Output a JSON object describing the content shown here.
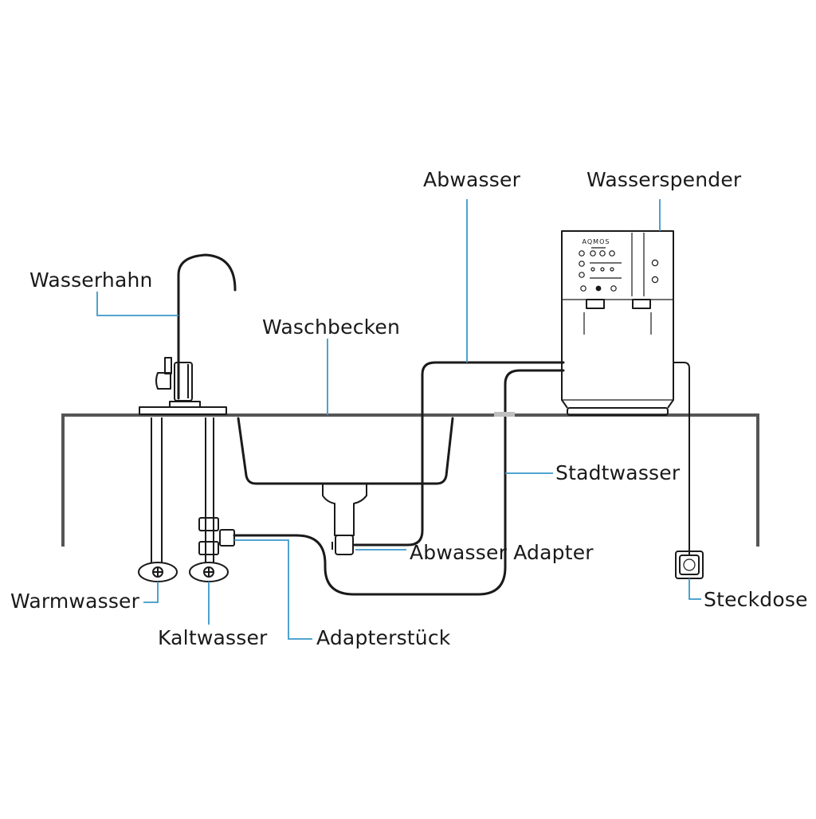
{
  "labels": {
    "wasserhahn": "Wasserhahn",
    "waschbecken": "Waschbecken",
    "abwasser": "Abwasser",
    "wasserspender": "Wasserspender",
    "stadtwasser": "Stadtwasser",
    "abwasser_adapter": "Abwasser Adapter",
    "steckdose": "Steckdose",
    "warmwasser": "Warmwasser",
    "kaltwasser": "Kaltwasser",
    "adapterstueck": "Adapterstück"
  },
  "dispenser": {
    "brand": "AQMOS"
  },
  "colors": {
    "ink": "#1a1a1a",
    "leader": "#3a98c9",
    "counter": "#555555"
  }
}
